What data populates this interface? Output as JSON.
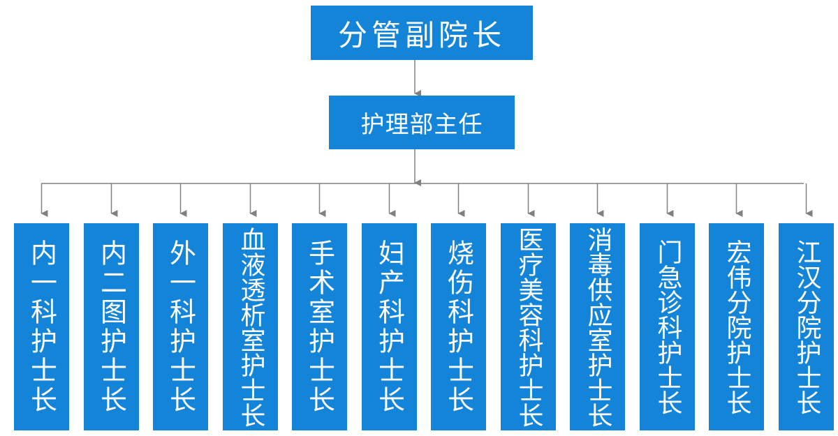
{
  "diagram": {
    "top": {
      "label": "分管副院长"
    },
    "middle": {
      "label": "护理部主任"
    },
    "departments": [
      {
        "label": "内一科护士长"
      },
      {
        "label": "内二图护士长"
      },
      {
        "label": "外一科护士长"
      },
      {
        "label": "血液透析室护士长"
      },
      {
        "label": "手术室护士长"
      },
      {
        "label": "妇产科护士长"
      },
      {
        "label": "烧伤科护士长"
      },
      {
        "label": "医疗美容科护士长"
      },
      {
        "label": "消毒供应室护士长"
      },
      {
        "label": "门急诊科护士长"
      },
      {
        "label": "宏伟分院护士长"
      },
      {
        "label": "江汉分院护士长"
      }
    ]
  },
  "colors": {
    "box_fill": "#1384d8",
    "box_text": "#ffffff",
    "connector": "#808080"
  }
}
